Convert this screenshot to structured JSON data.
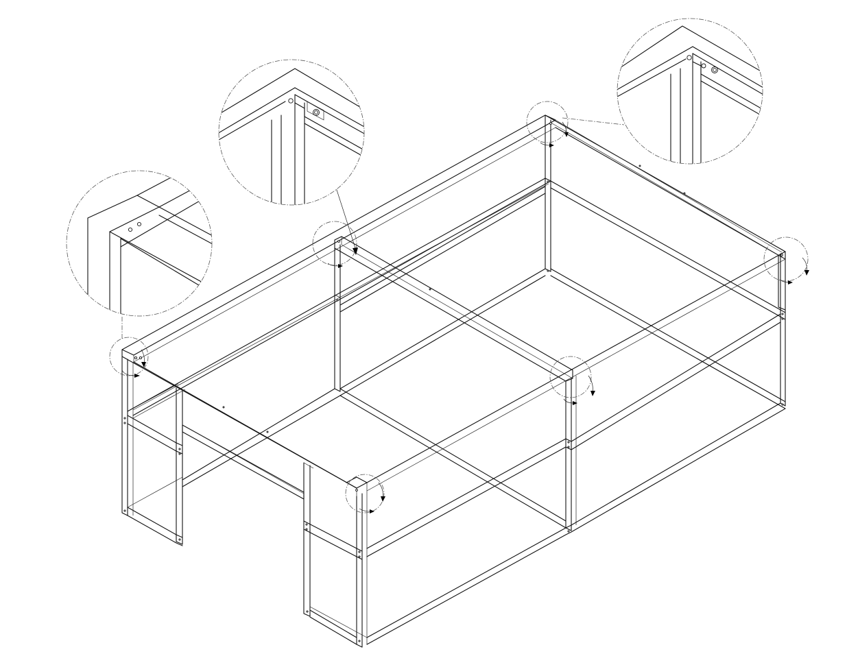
{
  "drawing": {
    "subject": "",
    "background": "#ffffff",
    "line_color": "#111111",
    "detail_callouts": [
      {
        "id": "front-left-corner"
      },
      {
        "id": "middle-divider-joint"
      },
      {
        "id": "back-corner-joint"
      }
    ]
  }
}
